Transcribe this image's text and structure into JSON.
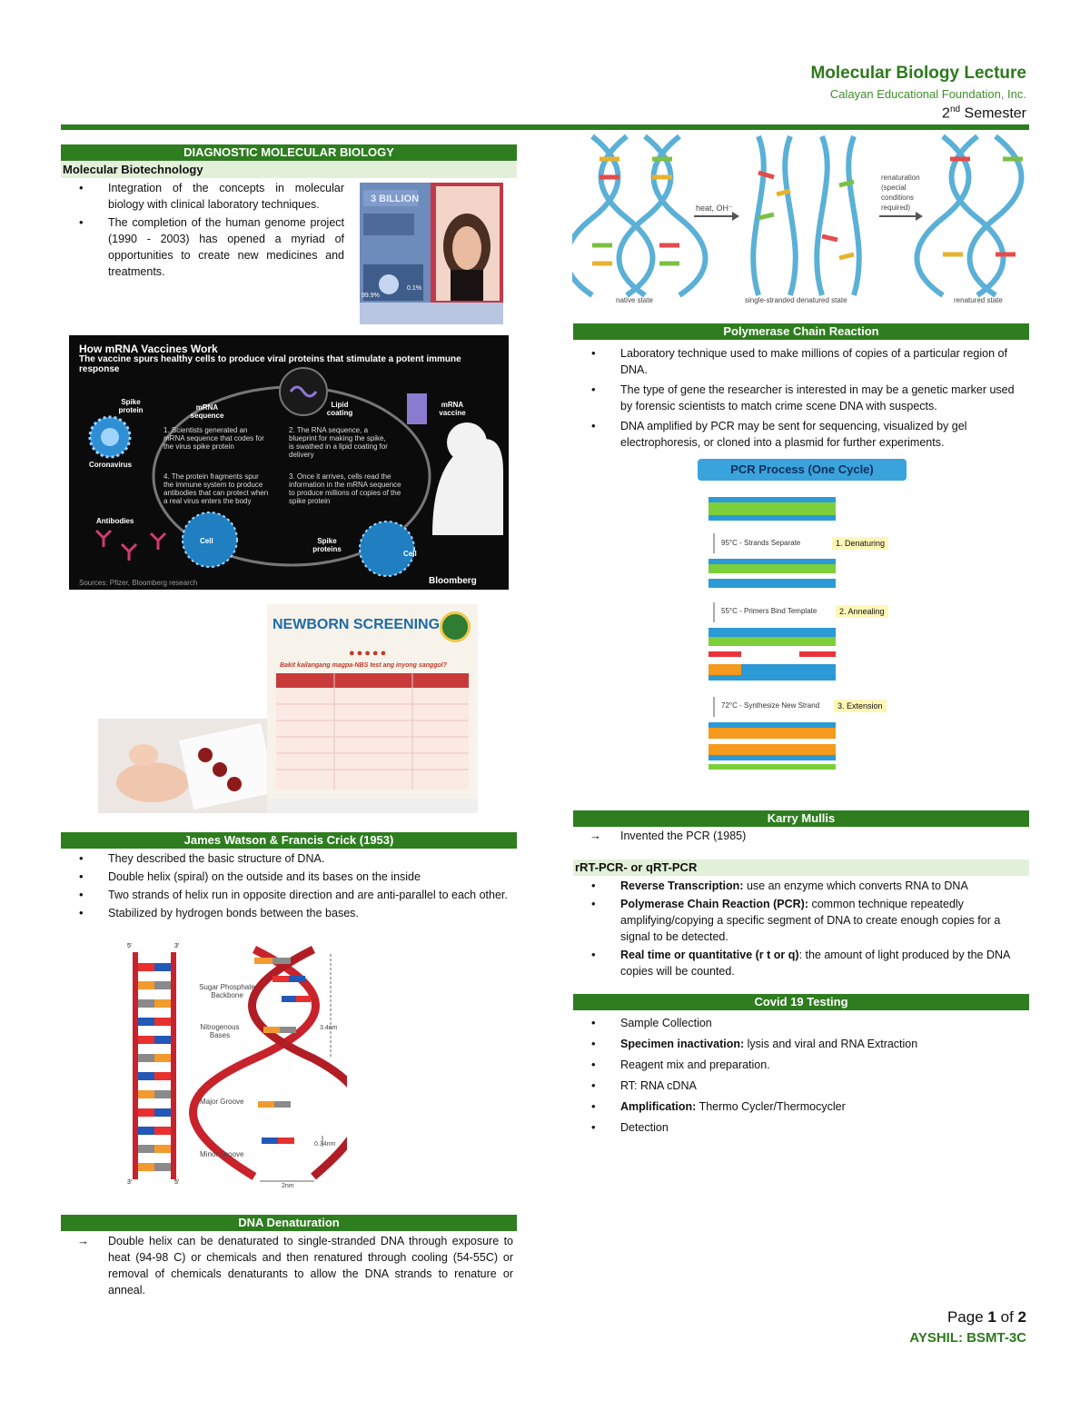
{
  "header": {
    "title": "Molecular Biology Lecture",
    "org": "Calayan Educational Foundation, Inc.",
    "semester_num": "2",
    "semester_sup": "nd",
    "semester_word": "Semester"
  },
  "left": {
    "diag_title": "DIAGNOSTIC MOLECULAR BIOLOGY",
    "biotech_title": "Molecular Biotechnology",
    "biotech_items": [
      "Integration of the concepts in molecular biology with clinical laboratory techniques.",
      "The completion of the human genome project (1990 - 2003) has opened a myriad of opportunities to create new medicines and treatments."
    ],
    "genome_image": {
      "badge": "3 BILLION",
      "pct_a": "99.9%",
      "pct_b": "0.1%"
    },
    "mrna_image": {
      "title": "How mRNA Vaccines Work",
      "subtitle": "The vaccine spurs healthy cells to produce viral proteins that stimulate a potent immune response",
      "labels": {
        "spike": "Spike protein",
        "mrna_seq": "mRNA sequence",
        "lipid": "Lipid coating",
        "mrna_vac": "mRNA vaccine",
        "corona": "Coronavirus",
        "antibodies": "Antibodies",
        "cell": "Cell",
        "spike2": "Spike proteins",
        "cell2": "Cell"
      },
      "steps": [
        "1. Scientists generated an mRNA sequence that codes for the virus spike protein",
        "2. The RNA sequence, a blueprint for making the spike, is swathed in a lipid coating for delivery",
        "3. Once it arrives, cells read the information in the mRNA sequence to produce millions of copies of the spike protein",
        "4. The protein fragments spur the immune system to produce antibodies that can protect when a real virus enters the body"
      ],
      "source": "Sources: Pfizer, Bloomberg research",
      "brand": "Bloomberg"
    },
    "nbs_image": {
      "title": "NEWBORN SCREENING",
      "question": "Bakit kailangang magpa-NBS test ang inyong sanggol?"
    },
    "watson_title": "James Watson & Francis Crick (1953)",
    "watson_items": [
      "They described the basic structure of DNA.",
      "Double helix (spiral) on the outside and its bases on the inside",
      "Two strands of helix run in opposite direction and are anti-parallel to each other.",
      "Stabilized by hydrogen bonds between the bases."
    ],
    "dna_labels": {
      "backbone": "Sugar Phosphate Backbone",
      "bases": "Nitrogenous Bases",
      "major": "Major Groove",
      "minor": "Minor Groove",
      "d1": "3.4nm",
      "d2": "0.34nm",
      "d3": "2nm",
      "p5a": "5'",
      "p3a": "3'",
      "p3b": "3'",
      "p5b": "5'"
    },
    "denat_title": "DNA Denaturation",
    "denat_items": [
      "Double helix can be denaturated to single-stranded DNA through exposure to heat (94-98 C) or chemicals and then renatured through cooling (54-55C) or removal of chemicals denaturants to allow the DNA strands to renature or anneal."
    ]
  },
  "right": {
    "denat_image": {
      "heat": "heat, OH⁻",
      "renat": "renaturation (special conditions required)",
      "native": "native state",
      "single": "single-stranded denatured state",
      "renatured": "renatured state"
    },
    "pcr_title": "Polymerase Chain Reaction",
    "pcr_items": [
      "Laboratory technique used to make millions of copies of a particular region of DNA.",
      "The type of gene the researcher is interested in may be a genetic marker used by forensic scientists to match crime scene DNA with suspects.",
      "DNA amplified by PCR may be sent for sequencing, visualized by gel electrophoresis, or cloned into a plasmid for further experiments."
    ],
    "pcr_image": {
      "title": "PCR Process (One Cycle)",
      "step1_txt": "95°C - Strands Separate",
      "step1_tag": "1. Denaturing",
      "step2_txt": "55°C - Primers Bind Template",
      "step2_tag": "2. Annealing",
      "step3_txt": "72°C - Synthesize New Strand",
      "step3_tag": "3. Extension"
    },
    "mullis_title": "Karry Mullis",
    "mullis_items": [
      "Invented the PCR (1985)"
    ],
    "rt_title": "rRT-PCR- or qRT-PCR",
    "rt_items": [
      {
        "k": "Reverse Transcription:",
        "v": " use an enzyme which converts RNA to DNA"
      },
      {
        "k": "Polymerase Chain Reaction (PCR):",
        "v": " common technique repeatedly amplifying/copying a specific segment of DNA to create enough copies for a signal to be detected."
      },
      {
        "k": "Real time or quantitative (r t or q)",
        "v": ": the amount of light produced by the DNA copies will be counted."
      }
    ],
    "covid_title": "Covid 19 Testing",
    "covid_items": [
      {
        "k": "",
        "v": "Sample Collection"
      },
      {
        "k": "Specimen inactivation:",
        "v": " lysis and viral and RNA Extraction"
      },
      {
        "k": "",
        "v": "Reagent mix and preparation."
      },
      {
        "k": "",
        "v": "RT: RNA cDNA"
      },
      {
        "k": "Amplification:",
        "v": " Thermo Cycler/Thermocycler"
      },
      {
        "k": "",
        "v": "Detection"
      }
    ]
  },
  "footer": {
    "page_word": "Page",
    "page_num": "1",
    "of_word": "of",
    "page_total": "2",
    "author": "AYSHIL: BSMT-3C"
  }
}
